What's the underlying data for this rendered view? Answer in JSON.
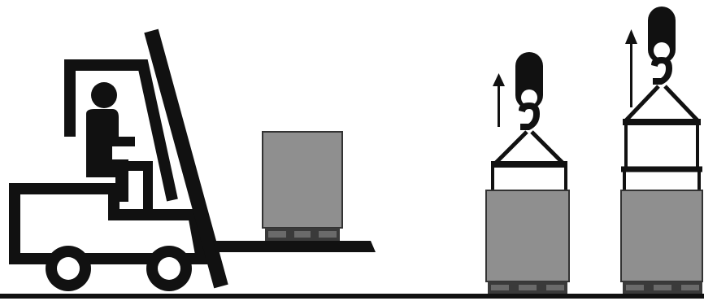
{
  "diagram": {
    "panels": [
      {
        "id": "forklift-handling",
        "pictograms": [
          "forklift-icon",
          "operator-icon",
          "crate-icon",
          "pallet-icon"
        ]
      },
      {
        "id": "crane-lift-single",
        "pictograms": [
          "up-arrow-icon",
          "crane-hook-icon",
          "lifting-sling-icon",
          "crate-icon",
          "pallet-icon"
        ]
      },
      {
        "id": "crane-lift-spreader",
        "pictograms": [
          "up-arrow-icon",
          "crane-hook-icon",
          "lifting-sling-icon",
          "spreader-bar-icon",
          "crate-icon",
          "pallet-icon"
        ]
      }
    ],
    "colors": {
      "ink": "#111111",
      "crate_fill": "#8f8f8f",
      "pallet_fill": "#3a3a3a",
      "background": "#ffffff"
    }
  }
}
